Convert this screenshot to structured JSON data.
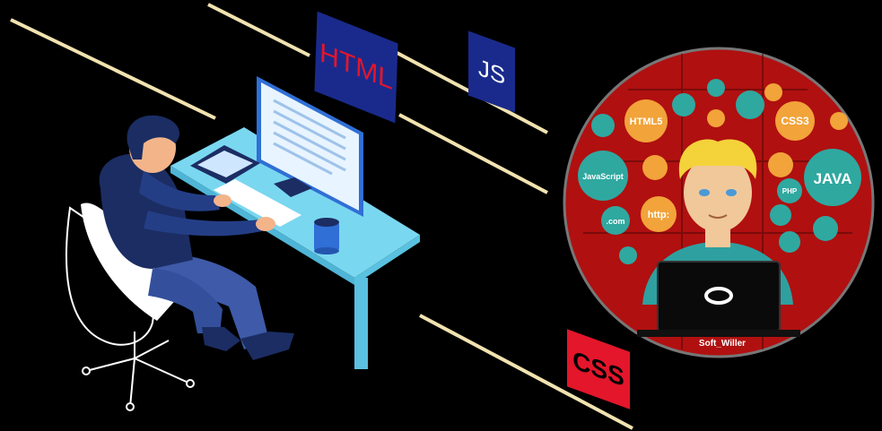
{
  "tags": {
    "html": "HTML",
    "js": "JS",
    "css": "CSS"
  },
  "badge": {
    "signature": "Soft_Willer",
    "bubbles": {
      "html5": "HTML5",
      "css3": "CSS3",
      "javascript": "JavaScript",
      "java": "JAVA",
      "http": "http:",
      "com": ".com",
      "php": "PHP"
    }
  },
  "colors": {
    "background": "#000000",
    "desk": "#7ad7f0",
    "shirt": "#1b2d63",
    "pants": "#3e5aa8",
    "tag_blue": "#1a2a8c",
    "tag_red": "#e3162b",
    "badge_red": "#b01010",
    "bubble_teal": "#2fa8a0",
    "bubble_orange": "#f2a33a"
  }
}
